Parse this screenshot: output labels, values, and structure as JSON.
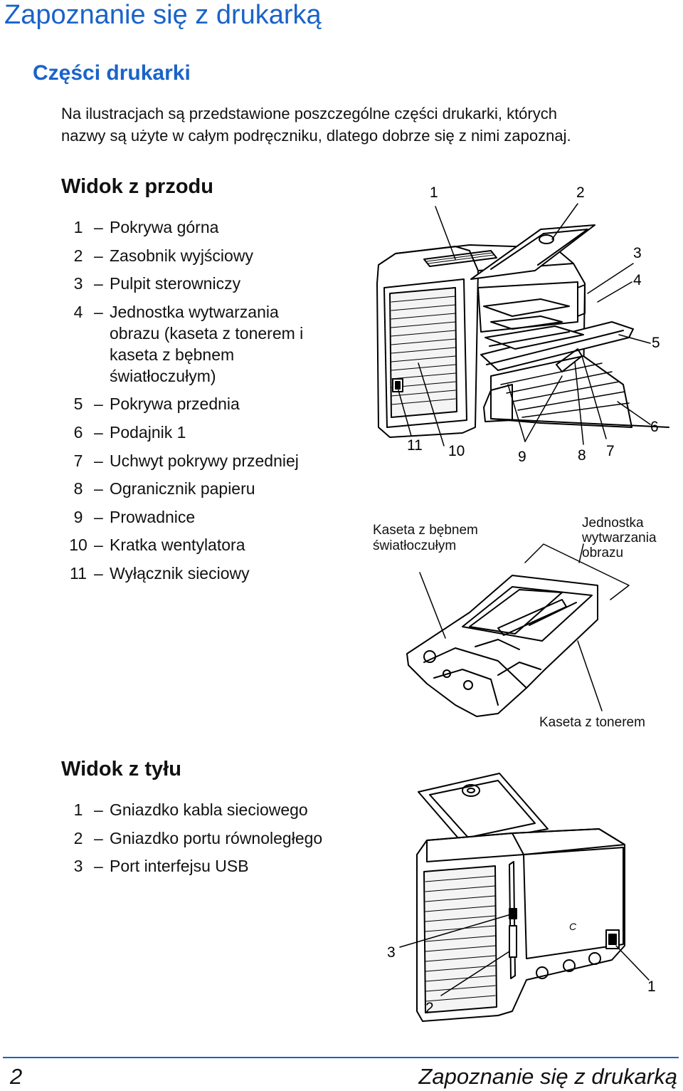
{
  "header": {
    "chapter_title": "Zapoznanie się z drukarką",
    "section_title": "Części drukarki",
    "intro_line1": "Na ilustracjach są przedstawione poszczególne części drukarki, których",
    "intro_line2": "nazwy są użyte w całym podręczniku, dlatego dobrze się z nimi zapoznaj."
  },
  "front_view": {
    "title": "Widok z przodu",
    "parts": [
      {
        "num": "1",
        "dash": "–",
        "text": "Pokrywa górna"
      },
      {
        "num": "2",
        "dash": "–",
        "text": "Zasobnik wyjściowy"
      },
      {
        "num": "3",
        "dash": "–",
        "text": "Pulpit sterowniczy"
      },
      {
        "num": "4",
        "dash": "–",
        "text": "Jednostka wytwarzania obrazu (kaseta z tonerem i kaseta z bębnem światłoczułym)"
      },
      {
        "num": "5",
        "dash": "–",
        "text": "Pokrywa przednia"
      },
      {
        "num": "6",
        "dash": "–",
        "text": "Podajnik 1"
      },
      {
        "num": "7",
        "dash": "–",
        "text": "Uchwyt pokrywy przedniej"
      },
      {
        "num": "8",
        "dash": "–",
        "text": "Ogranicznik papieru"
      },
      {
        "num": "9",
        "dash": "–",
        "text": "Prowadnice"
      },
      {
        "num": "10",
        "dash": "–",
        "text": "Kratka wentylatora"
      },
      {
        "num": "11",
        "dash": "–",
        "text": "Wyłącznik sieciowy"
      }
    ],
    "callouts": [
      "1",
      "2",
      "3",
      "4",
      "5",
      "6",
      "7",
      "8",
      "9",
      "10",
      "11"
    ],
    "drum_label_1": "Kaseta z bębnem",
    "drum_label_2": "światłoczułym",
    "imaging_label_1": "Jednostka",
    "imaging_label_2": "wytwarzania",
    "imaging_label_3": "obrazu",
    "toner_label": "Kaseta z tonerem"
  },
  "rear_view": {
    "title": "Widok z tyłu",
    "parts": [
      {
        "num": "1",
        "dash": "–",
        "text": "Gniazdko kabla sieciowego"
      },
      {
        "num": "2",
        "dash": "–",
        "text": "Gniazdko portu równoległego"
      },
      {
        "num": "3",
        "dash": "–",
        "text": "Port interfejsu USB"
      }
    ],
    "callouts": [
      "1",
      "2",
      "3"
    ],
    "panel_mark": "C"
  },
  "footer": {
    "page_number": "2",
    "chapter_title": "Zapoznanie się z drukarką"
  },
  "colors": {
    "heading_blue": "#1a63c9",
    "text": "#111111",
    "line_art": "#000000"
  }
}
